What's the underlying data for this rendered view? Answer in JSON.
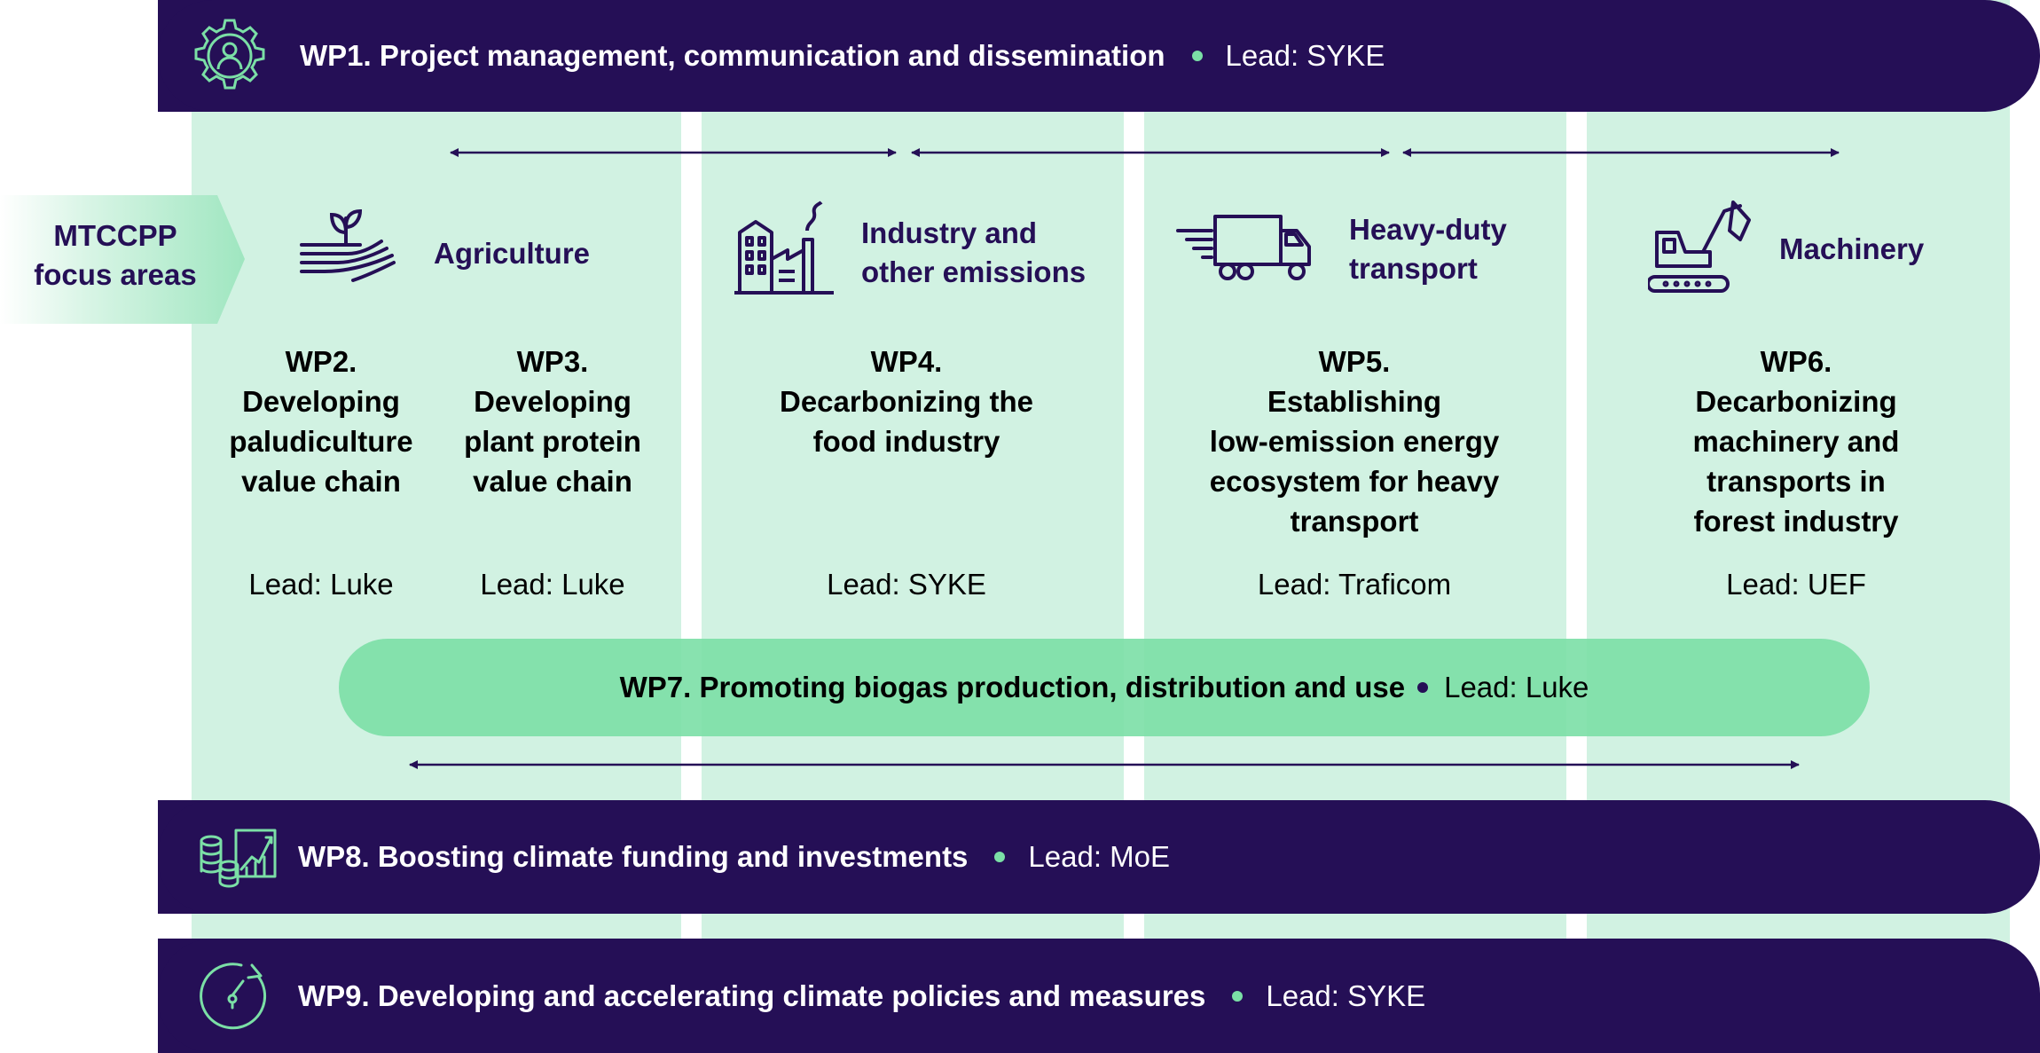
{
  "wp1": {
    "title": "WP1. Project management, communication and dissemination",
    "lead": "Lead: SYKE",
    "icon": "gear-person-icon"
  },
  "focus_label": {
    "line1": "MTCCPP",
    "line2": "focus areas"
  },
  "focus_areas": [
    {
      "line1": "Agriculture",
      "line2": "",
      "icon": "plant-field-icon"
    },
    {
      "line1": "Industry and",
      "line2": "other emissions",
      "icon": "factory-icon"
    },
    {
      "line1": "Heavy-duty",
      "line2": "transport",
      "icon": "truck-icon"
    },
    {
      "line1": "Machinery",
      "line2": "",
      "icon": "excavator-icon"
    }
  ],
  "wps": [
    {
      "lines": [
        "WP2.",
        "Developing",
        "paludiculture",
        "value chain"
      ],
      "lead": "Lead: Luke"
    },
    {
      "lines": [
        "WP3.",
        "Developing",
        "plant protein",
        "value chain"
      ],
      "lead": "Lead: Luke"
    },
    {
      "lines": [
        "WP4.",
        "Decarbonizing the",
        "food industry"
      ],
      "lead": "Lead: SYKE"
    },
    {
      "lines": [
        "WP5.",
        "Establishing",
        "low-emission energy",
        "ecosystem for heavy",
        "transport"
      ],
      "lead": "Lead: Traficom"
    },
    {
      "lines": [
        "WP6.",
        "Decarbonizing",
        "machinery and",
        "transports in",
        "forest industry"
      ],
      "lead": "Lead: UEF"
    }
  ],
  "wp7": {
    "title": "WP7. Promoting biogas production, distribution and use",
    "lead": "Lead: Luke"
  },
  "wp8": {
    "title": "WP8. Boosting climate funding and investments",
    "lead": "Lead: MoE",
    "icon": "coins-chart-icon"
  },
  "wp9": {
    "title": "WP9. Developing and accelerating climate policies and measures",
    "lead": "Lead: SYKE",
    "icon": "speedometer-icon"
  },
  "colors": {
    "dark": "#250f56",
    "column": "#d1f2e2",
    "wp7_pill": "#7bdfa6",
    "icon_green": "#7bdfa6"
  }
}
